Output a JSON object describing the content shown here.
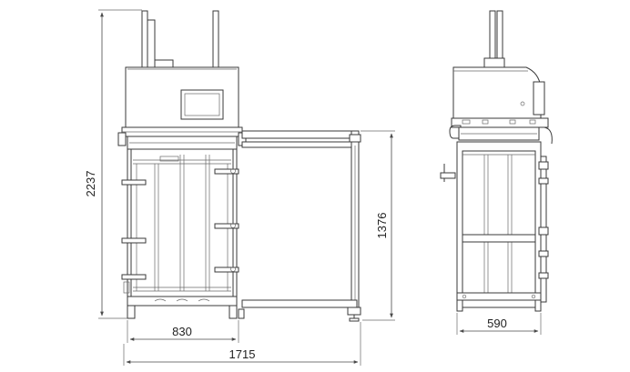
{
  "dimensions": {
    "height_total": "2237",
    "width_front": "830",
    "width_total": "1715",
    "height_door": "1376",
    "width_side": "590"
  }
}
